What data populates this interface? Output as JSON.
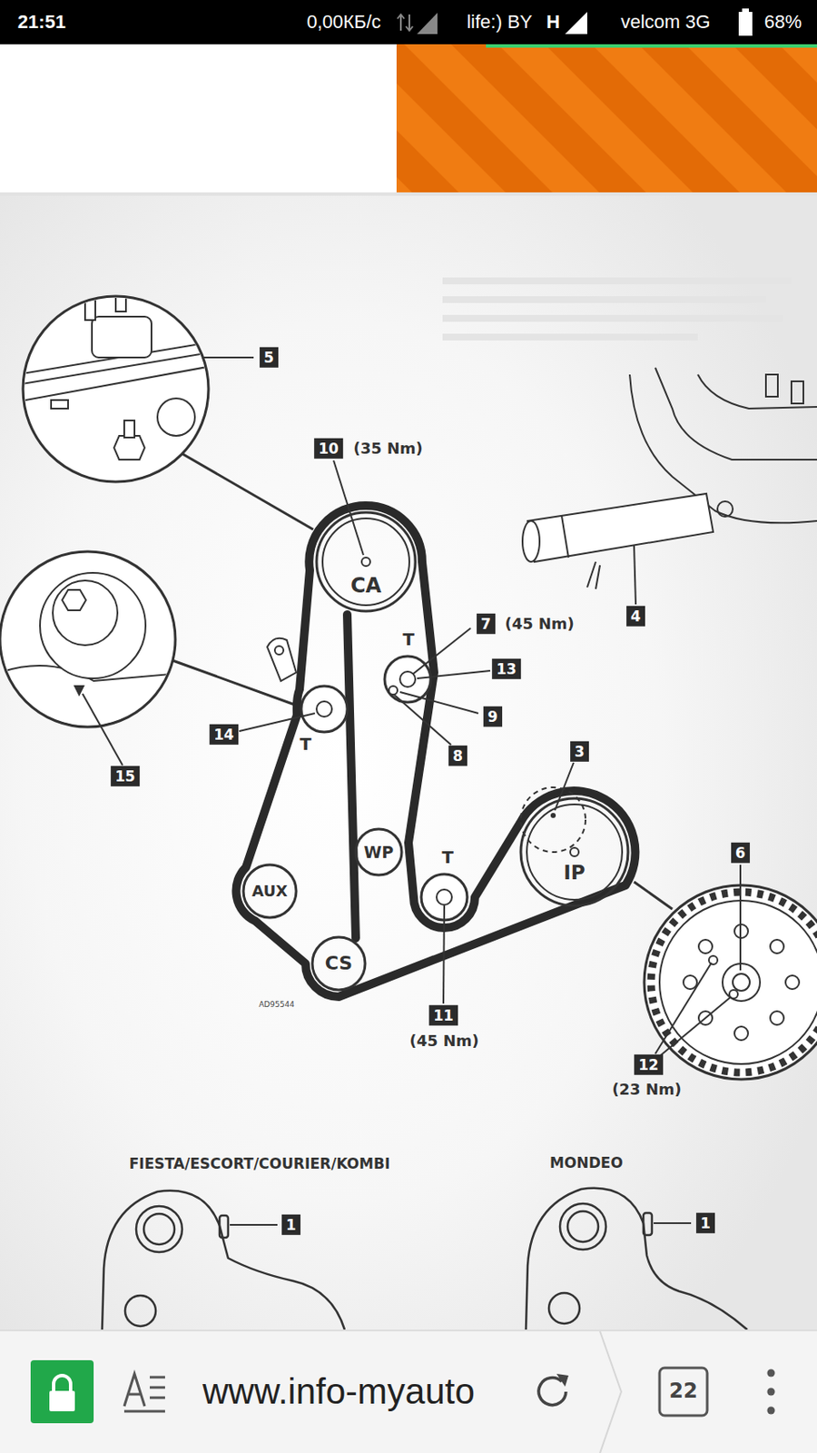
{
  "diagram": {
    "nodes": [
      {
        "text": [
          "CA"
        ]
      },
      {
        "text": [
          "WP"
        ]
      },
      {
        "text": [
          "IP"
        ]
      },
      {
        "text": [
          "AUX"
        ]
      },
      {
        "text": [
          "CS"
        ]
      }
    ],
    "labels": [
      "21:51",
      "0,00КБ/с",
      "life:) BY",
      "H",
      "velcom 3G",
      "68%",
      "5",
      "10",
      "(35 Nm)",
      "7",
      "(45 Nm)",
      "T",
      "13",
      "9",
      "8",
      "14",
      "T",
      "15",
      "4",
      "3",
      "T",
      "6",
      "AD95544",
      "11",
      "(45 Nm)",
      "12",
      "(23 Nm)",
      "FIESTA/ESCORT/COURIER/KOMBI",
      "MONDEO",
      "1",
      "1",
      "www.info-myauto",
      "22"
    ]
  }
}
